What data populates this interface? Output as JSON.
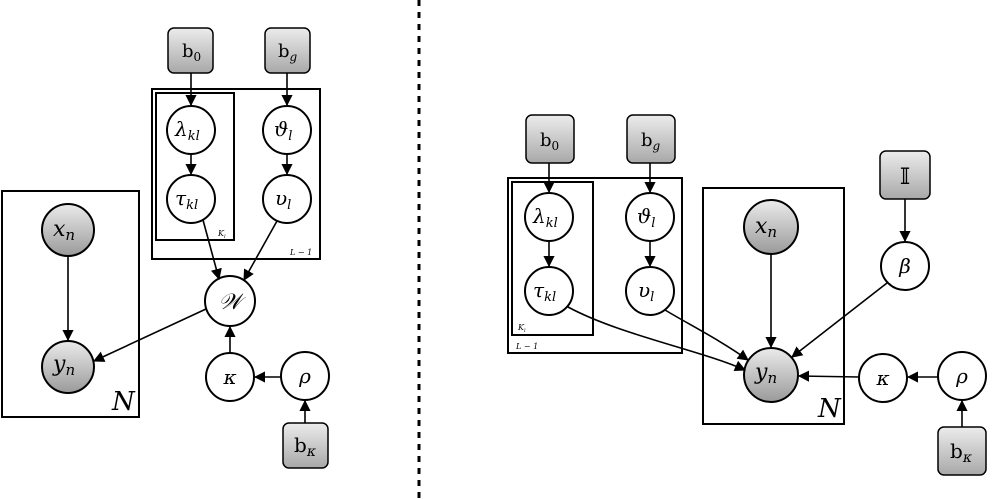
{
  "left_model": {
    "priors": {
      "b0": "b",
      "b0_sub": "0",
      "bg": "b",
      "bg_sub": "g",
      "bk": "b",
      "bk_sub": "κ"
    },
    "nodes": {
      "lambda": {
        "main": "λ",
        "sub": "kl"
      },
      "tau": {
        "main": "τ",
        "sub": "kl"
      },
      "vartheta": {
        "main": "ϑ",
        "sub": "l"
      },
      "upsilon": {
        "main": "υ",
        "sub": "l"
      },
      "W": "𝒲",
      "kappa": "κ",
      "rho": "ρ",
      "x": {
        "main": "x",
        "sub": "n"
      },
      "y": {
        "main": "y",
        "sub": "n"
      }
    },
    "plates": {
      "K": "K",
      "K_sub": "l",
      "L": "L − 1",
      "N": "N"
    }
  },
  "right_model": {
    "priors": {
      "b0": "b",
      "b0_sub": "0",
      "bg": "b",
      "bg_sub": "g",
      "bk": "b",
      "bk_sub": "κ",
      "I": "𝕀"
    },
    "nodes": {
      "lambda": {
        "main": "λ",
        "sub": "kl"
      },
      "tau": {
        "main": "τ",
        "sub": "kl"
      },
      "vartheta": {
        "main": "ϑ",
        "sub": "l"
      },
      "upsilon": {
        "main": "υ",
        "sub": "l"
      },
      "beta": "β",
      "kappa": "κ",
      "rho": "ρ",
      "x": {
        "main": "x",
        "sub": "n"
      },
      "y": {
        "main": "y",
        "sub": "n"
      }
    },
    "plates": {
      "K": "K",
      "K_sub": "l",
      "L": "L − 1",
      "N": "N"
    }
  },
  "colors": {
    "observed_fill_top": "#ebebeb",
    "observed_fill_bottom": "#9a9a9a",
    "prior_fill_top": "#ececec",
    "prior_fill_bottom": "#a8a8a8",
    "stroke": "#000000"
  }
}
